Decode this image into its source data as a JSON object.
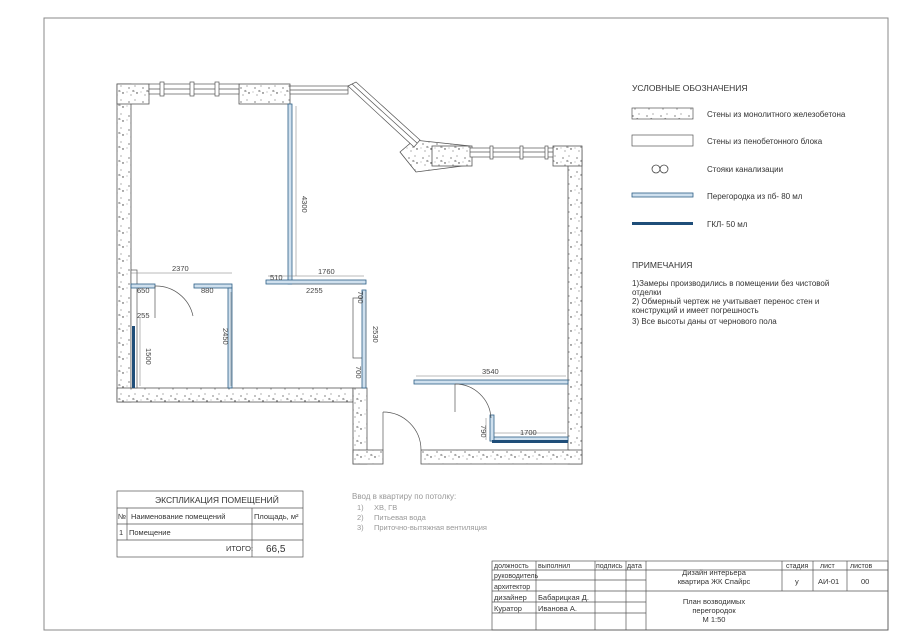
{
  "legend": {
    "title": "УСЛОВНЫЕ ОБОЗНАЧЕНИЯ",
    "items": [
      {
        "label": "Стены из монолитного железобетона",
        "symbol": "concrete-wall"
      },
      {
        "label": "Стены из пенобетонного блока",
        "symbol": "foam-block-wall"
      },
      {
        "label": "Стояки канализации",
        "symbol": "sewer-risers"
      },
      {
        "label": "Перегородка из пб- 80 мл",
        "symbol": "partition-80"
      },
      {
        "label": "ГКЛ- 50 мл",
        "symbol": "gkl-50"
      }
    ]
  },
  "notes": {
    "title": "ПРИМЕЧАНИЯ",
    "lines": [
      "1)Замеры производились в помещении без чистовой",
      "отделки",
      "2) Обмерный чертеж не учитывает перенос стен и",
      "конструкций и имеет погрешность",
      "3) Все высоты даны от чернового пола"
    ]
  },
  "dimensions": {
    "d4300": "4300",
    "d2370": "2370",
    "d510": "510",
    "d1760": "1760",
    "d650": "650",
    "d880": "880",
    "d2255": "2255",
    "d700a": "700",
    "d255": "255",
    "d2450": "2450",
    "d2530": "2530",
    "d1500": "1500",
    "d700b": "700",
    "d3540": "3540",
    "d790": "790",
    "d1700": "1700"
  },
  "inlet_note": {
    "title": "Ввод в квартиру по потолку:",
    "items": [
      {
        "n": "1)",
        "text": "ХВ, ГВ"
      },
      {
        "n": "2)",
        "text": "Питьевая вода"
      },
      {
        "n": "3)",
        "text": "Приточно-вытяжная вентиляция"
      }
    ]
  },
  "explication": {
    "title": "ЭКСПЛИКАЦИЯ ПОМЕЩЕНИЙ",
    "headers": [
      "№",
      "Наименование помещений",
      "Площадь, м²"
    ],
    "rows": [
      {
        "n": "1",
        "name": "Помещение",
        "area": ""
      }
    ],
    "total_label": "ИТОГО:",
    "total_value": "66,5"
  },
  "title_block": {
    "col_headers": [
      "должность",
      "выполнил",
      "подпись",
      "дата"
    ],
    "people": [
      {
        "role": "руководитель",
        "name": ""
      },
      {
        "role": "архитектор",
        "name": ""
      },
      {
        "role": "дизайнер",
        "name": "Бабарицкая Д."
      },
      {
        "role": "Куратор",
        "name": "Иванова А."
      }
    ],
    "project_line1": "Дизайн интерьера",
    "project_line2": "квартира ЖК Спайрс",
    "sheet_line1": "План возводимых",
    "sheet_line2": "перегородок",
    "sheet_line3": "М 1:50",
    "stage_label": "стадия",
    "sheet_label": "лист",
    "sheets_label": "листов",
    "stage_value": "у",
    "sheet_value": "АИ-01",
    "sheets_value": "00"
  },
  "colors": {
    "wall": "#555555",
    "partition": "#6fa3c8",
    "gkl": "#1f4e79",
    "frame": "#888888"
  }
}
